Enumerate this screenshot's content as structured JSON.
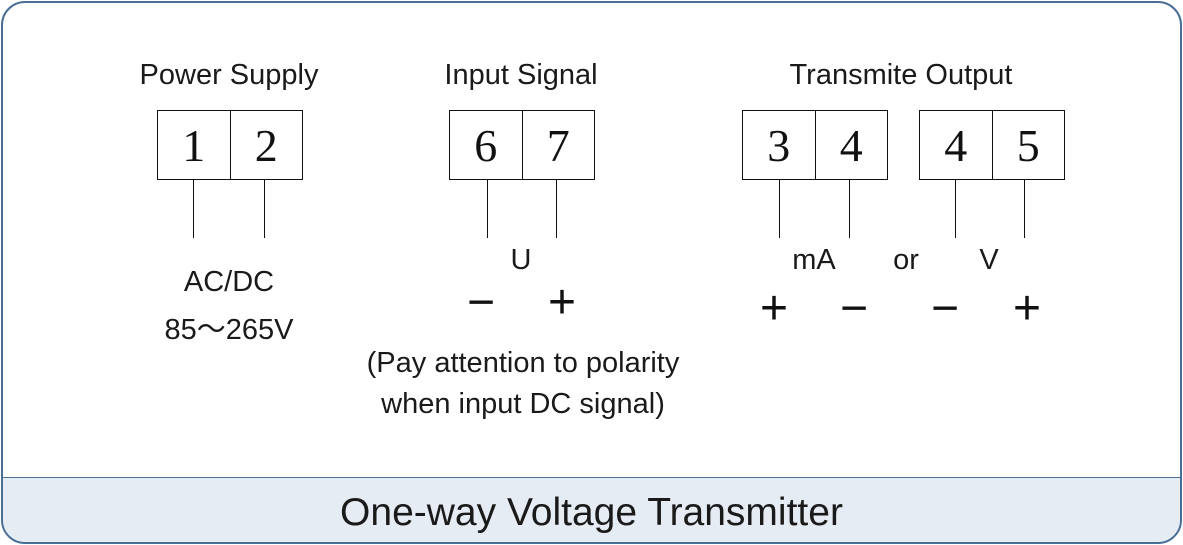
{
  "power_supply": {
    "title": "Power Supply",
    "terminals": [
      "1",
      "2"
    ],
    "type_label": "AC/DC",
    "range_label": "85～265V"
  },
  "input_signal": {
    "title": "Input Signal",
    "terminals": [
      "6",
      "7"
    ],
    "signal_label": "U",
    "polarity": [
      "−",
      "+"
    ],
    "note_line1": "(Pay attention to polarity",
    "note_line2": "when input DC signal)"
  },
  "transmit_output": {
    "title": "Transmite Output",
    "current_terminals": [
      "3",
      "4"
    ],
    "voltage_terminals": [
      "4",
      "5"
    ],
    "current_label": "mA",
    "or_label": "or",
    "voltage_label": "V",
    "current_polarity": [
      "+",
      "−"
    ],
    "voltage_polarity": [
      "−",
      "+"
    ]
  },
  "footer": {
    "title": "One-way Voltage Transmitter"
  },
  "colors": {
    "border": "#4a6f94",
    "footer_bg": "#e6ecf4"
  }
}
